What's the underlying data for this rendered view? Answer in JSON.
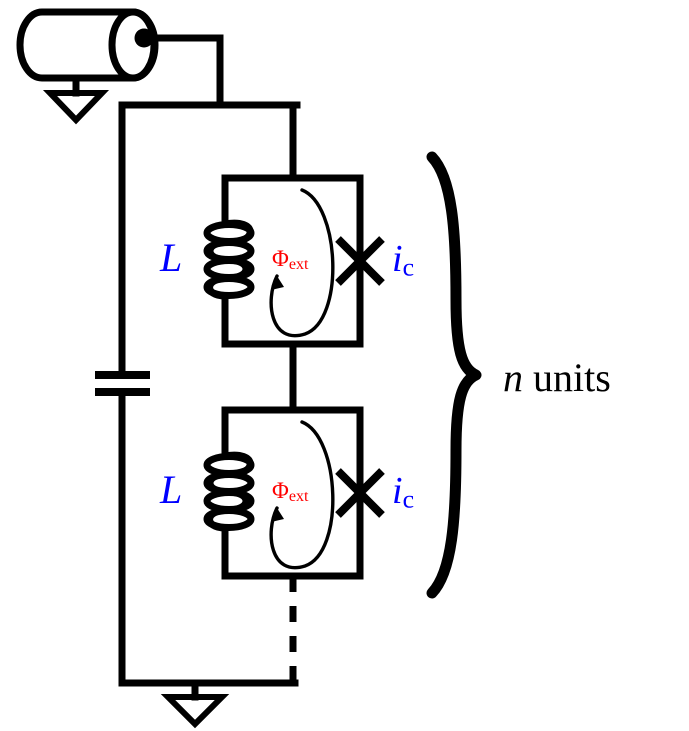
{
  "figure": {
    "type": "superconducting-circuit-schematic",
    "description": "Coaxial drive port capacitively coupled to a chain of n identical SQUID-like units, each a loop of an inductor L in parallel with a Josephson junction of critical current i_c threaded by external flux.",
    "background_color": "#ffffff",
    "wire_color": "#000000"
  },
  "colors": {
    "wire": "#000000",
    "inductor_label": "#0000ff",
    "critical_current_label": "#0000ff",
    "flux_label": "#ff0000",
    "brace": "#000000",
    "annotation_text": "#000000"
  },
  "components": {
    "port": {
      "name": "coaxial-connector",
      "shape": "cylinder-with-center-pin",
      "has_ground": true
    },
    "coupling_capacitor": {
      "name": "coupling-capacitor",
      "plates": 2,
      "label": ""
    },
    "ground_symbols": [
      {
        "name": "port-ground",
        "position": "top-left"
      },
      {
        "name": "circuit-ground",
        "position": "bottom-center"
      }
    ],
    "chain_continuation": {
      "name": "dashed-continuation",
      "style": "dashed"
    }
  },
  "units": [
    {
      "index": 1,
      "inductor_label": "L",
      "flux_label": "Φ",
      "flux_subscript": "ext",
      "junction_symbol": "×",
      "junction_label": "i",
      "junction_subscript": "c"
    },
    {
      "index": 2,
      "inductor_label": "L",
      "flux_label": "Φ",
      "flux_subscript": "ext",
      "junction_symbol": "×",
      "junction_label": "i",
      "junction_subscript": "c"
    }
  ],
  "annotations": {
    "brace_label_variable": "n",
    "brace_label_text": "units",
    "brace_label_full": "n units"
  }
}
